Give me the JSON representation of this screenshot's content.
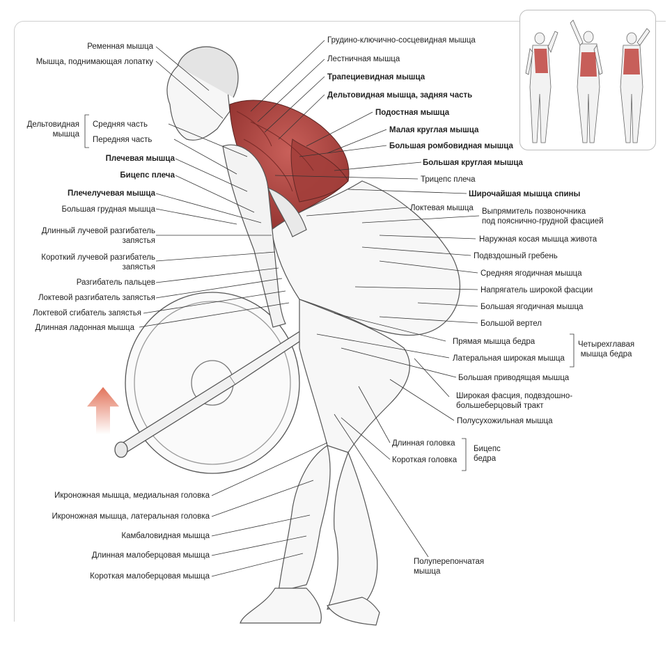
{
  "labels_left": {
    "splenius": "Ременная мышца",
    "levator_scapulae": "Мышца, поднимающая лопатку",
    "deltoid_group": "Дельтовидная\nмышца",
    "deltoid_middle": "Средняя часть",
    "deltoid_front": "Передняя часть",
    "brachialis": "Плечевая мышца",
    "biceps": "Бицепс плеча",
    "brachioradialis": "Плечелучевая мышца",
    "pectoralis_major": "Большая грудная мышца",
    "ecr_longus": "Длинный лучевой разгибатель\nзапястья",
    "ecr_brevis": "Короткий лучевой разгибатель\nзапястья",
    "ext_digitorum": "Разгибатель пальцев",
    "ecu": "Локтевой разгибатель запястья",
    "fcu": "Локтевой сгибатель запястья",
    "palmaris_longus": "Длинная ладонная мышца",
    "gastro_medial": "Икроножная мышца, медиальная головка",
    "gastro_lateral": "Икроножная мышца, латеральная головка",
    "soleus": "Камбаловидная мышца",
    "peroneus_longus": "Длинная малоберцовая мышца",
    "peroneus_brevis": "Короткая малоберцовая мышца"
  },
  "labels_right": {
    "scm": "Грудино-ключично-сосцевидная мышца",
    "scalene": "Лестничная мышца",
    "trapezius": "Трапециевидная мышца",
    "deltoid_rear": "Дельтовидная мышца, задняя часть",
    "infraspinatus": "Подостная мышца",
    "teres_minor": "Малая круглая мышца",
    "rhomboid_major": "Большая ромбовидная мышца",
    "teres_major": "Большая круглая мышца",
    "triceps": "Трицепс плеча",
    "latissimus": "Широчайшая мышца спины",
    "anconeus": "Локтевая мышца",
    "erector": "Выпрямитель позвоночника\nпод пояснично-грудной фасцией",
    "ext_oblique": "Наружная косая мышца живота",
    "iliac_crest": "Подвздошный гребень",
    "glute_medius": "Средняя ягодичная мышца",
    "tfl": "Напрягатель широкой фасции",
    "glute_maximus": "Большая ягодичная мышца",
    "greater_trochanter": "Большой вертел",
    "rectus_femoris": "Прямая мышца бедра",
    "vastus_lateralis": "Латеральная широкая мышца",
    "quad_group": "Четырехглавая\nмышца бедра",
    "adductor_magnus": "Большая приводящая мышца",
    "it_band": "Широкая фасция, подвздошно-\nбольшеберцовый тракт",
    "semitendinosus": "Полусухожильная  мышца",
    "long_head": "Длинная головка",
    "short_head": "Короткая головка",
    "biceps_femoris": "Бицепс\nбедра",
    "semimembranosus": "Полуперепончатая\nмышца"
  },
  "colors": {
    "target_muscle": "#b84a45",
    "arrow": "#e2735a",
    "line": "#333333"
  }
}
